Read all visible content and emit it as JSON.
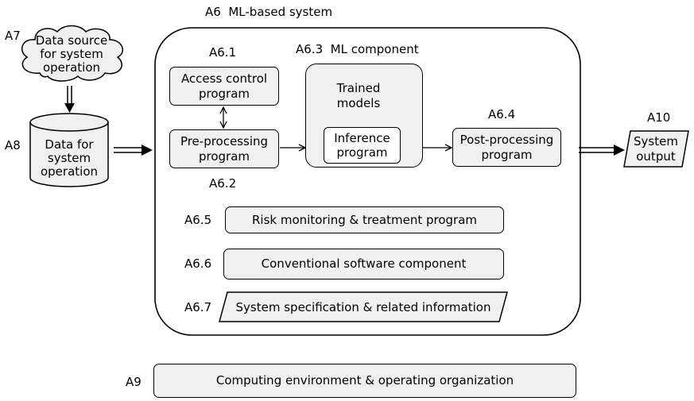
{
  "system": {
    "id": "A6",
    "title": "ML-based system"
  },
  "data_source": {
    "id": "A7",
    "lines": [
      "Data source",
      "for system",
      "operation"
    ]
  },
  "data_store": {
    "id": "A8",
    "lines": [
      "Data for",
      "system",
      "operation"
    ]
  },
  "access_control": {
    "id": "A6.1",
    "lines": [
      "Access control",
      "program"
    ]
  },
  "preprocessing": {
    "id": "A6.2",
    "lines": [
      "Pre-processing",
      "program"
    ]
  },
  "ml_component": {
    "id": "A6.3",
    "title": "ML component",
    "trained_models": [
      "Trained",
      "models"
    ],
    "inference": [
      "Inference",
      "program"
    ]
  },
  "postprocessing": {
    "id": "A6.4",
    "lines": [
      "Post-processing",
      "program"
    ]
  },
  "risk_monitoring": {
    "id": "A6.5",
    "label": "Risk monitoring & treatment program"
  },
  "conventional": {
    "id": "A6.6",
    "label": "Conventional software component"
  },
  "specification": {
    "id": "A6.7",
    "label": "System specification & related information"
  },
  "computing_env": {
    "id": "A9",
    "label": "Computing environment & operating organization"
  },
  "system_output": {
    "id": "A10",
    "lines": [
      "System",
      "output"
    ]
  }
}
